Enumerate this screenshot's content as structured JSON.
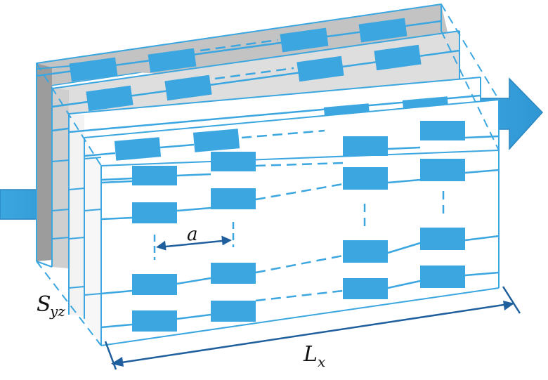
{
  "labels": {
    "spacing_symbol": "a",
    "area_symbol_main": "S",
    "area_symbol_sub": "yz",
    "length_symbol_main": "L",
    "length_symbol_sub": "x"
  },
  "colors": {
    "cell_fill": "#3ba6e0",
    "line": "#3ba6e0",
    "dimension_line": "#1f5f9e",
    "back_panel": "#c3c3c3",
    "mid_panel": "#dedede",
    "front_panel": "#ffffff",
    "arrow": "#3ba6e0"
  },
  "icons": {
    "input_arrow": "right-arrow-icon",
    "output_arrow": "right-arrow-icon"
  }
}
